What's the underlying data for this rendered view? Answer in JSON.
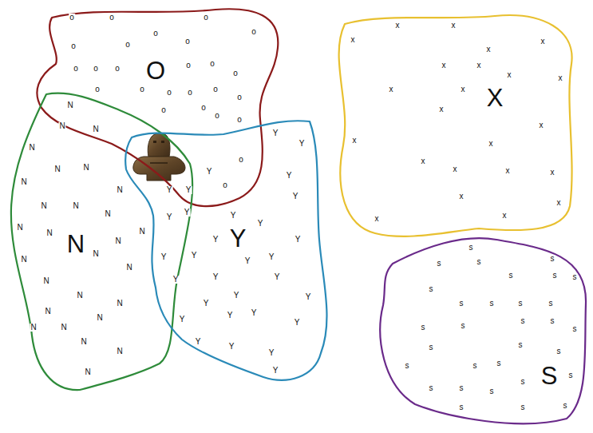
{
  "diagram": {
    "nodes": [
      {
        "text": [
          "O",
          "o",
          "o",
          "o",
          "o",
          "o",
          "o",
          "o",
          "o",
          "o",
          "o",
          "o",
          "o",
          "o",
          "o",
          "o",
          "o",
          "o",
          "o",
          "o",
          "o",
          "o",
          "o",
          "o",
          "o",
          "o",
          "o"
        ]
      },
      {
        "text": [
          "N",
          "N",
          "N",
          "N",
          "N",
          "N",
          "N",
          "N",
          "N",
          "N",
          "N",
          "N",
          "N",
          "N",
          "N",
          "N",
          "N",
          "N",
          "N",
          "N",
          "N",
          "N",
          "N",
          "N",
          "N",
          "N",
          "N",
          "N",
          "N"
        ]
      },
      {
        "text": [
          "Y",
          "Y",
          "Y",
          "Y",
          "Y",
          "Y",
          "Y",
          "Y",
          "Y",
          "Y",
          "Y",
          "Y",
          "Y",
          "Y",
          "Y",
          "Y",
          "Y",
          "Y",
          "Y",
          "Y",
          "Y",
          "Y",
          "Y",
          "Y",
          "Y",
          "Y",
          "Y",
          "Y",
          "Y",
          "Y",
          "Y",
          "Y"
        ]
      },
      {
        "text": [
          "X",
          "x",
          "x",
          "x",
          "x",
          "x",
          "x",
          "x",
          "x",
          "x",
          "x",
          "x",
          "x",
          "x",
          "x",
          "x",
          "x",
          "x",
          "x",
          "x",
          "x",
          "x",
          "x",
          "x"
        ]
      },
      {
        "text": [
          "S",
          "s",
          "s",
          "s",
          "s",
          "s",
          "s",
          "s",
          "s",
          "s",
          "s",
          "s",
          "s",
          "s",
          "s",
          "s",
          "s",
          "s",
          "s",
          "s",
          "s",
          "s",
          "s",
          "s",
          "s",
          "s",
          "s",
          "s",
          "s",
          "s",
          "s",
          "s"
        ]
      }
    ]
  }
}
